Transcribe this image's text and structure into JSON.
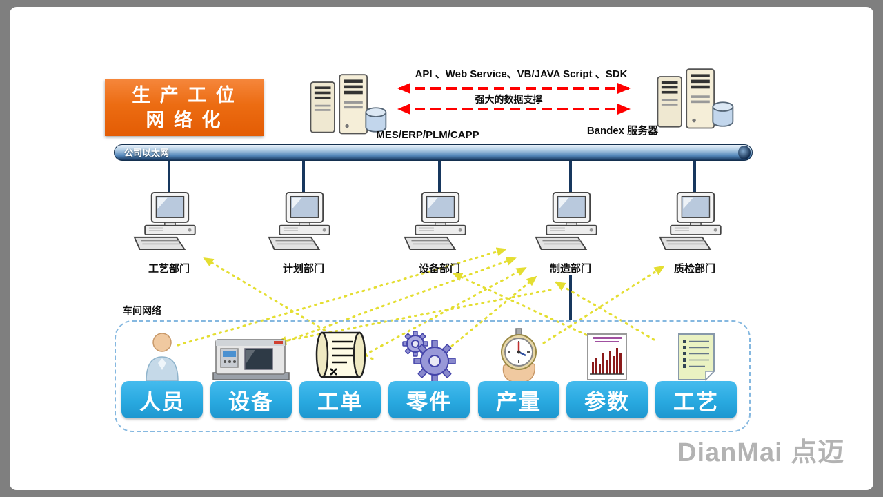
{
  "banner": {
    "line1": "生 产 工 位",
    "line2": "网 络 化"
  },
  "integration": {
    "api_label": "API 、Web Service、VB/JAVA Script 、SDK",
    "support_label": "强大的数据支撑",
    "left_server_label": "MES/ERP/PLM/CAPP",
    "right_server_label": "Bandex 服务器"
  },
  "ethernet": {
    "label": "公司以太网"
  },
  "departments": [
    {
      "label": "工艺部门"
    },
    {
      "label": "计划部门"
    },
    {
      "label": "设备部门"
    },
    {
      "label": "制造部门"
    },
    {
      "label": "质检部门"
    }
  ],
  "workshop": {
    "label": "车间网络",
    "items": [
      {
        "label": "人员",
        "icon": "person-icon"
      },
      {
        "label": "设备",
        "icon": "machine-icon"
      },
      {
        "label": "工单",
        "icon": "work-order-icon"
      },
      {
        "label": "零件",
        "icon": "gears-icon"
      },
      {
        "label": "产量",
        "icon": "output-stopwatch-icon"
      },
      {
        "label": "参数",
        "icon": "parameters-chart-icon"
      },
      {
        "label": "工艺",
        "icon": "process-doc-icon"
      }
    ]
  },
  "watermark": "DianMai 点迈",
  "colors": {
    "banner_orange": "#e8650f",
    "button_blue": "#29a9e0",
    "arrow_yellow": "#e4de32",
    "arrow_red": "#ff0000",
    "line_navy": "#17375e"
  }
}
